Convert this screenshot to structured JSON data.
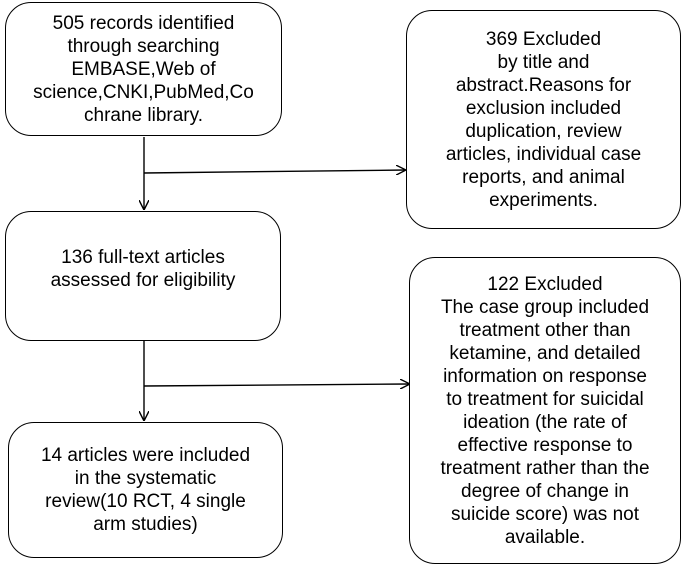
{
  "boxes": {
    "identified": "505 records identified\nthrough searching\nEMBASE,Web of\nscience,CNKI,PubMed,Co\nchrane library.",
    "excluded_first": "369 Excluded\nby title and\nabstract.Reasons for\nexclusion included\nduplication, review\narticles, individual case\nreports, and animal\nexperiments.",
    "full_text": "136 full-text articles\nassessed for eligibility",
    "excluded_second": "122 Excluded\nThe case group included\ntreatment other than\nketamine, and detailed\ninformation on response\nto treatment for suicidal\nideation (the rate of\neffective response to\ntreatment rather than the\ndegree of change in\nsuicide score) was not\navailable.",
    "included": "14 articles were included\nin the systematic\nreview(10 RCT, 4 single\narm studies)"
  }
}
